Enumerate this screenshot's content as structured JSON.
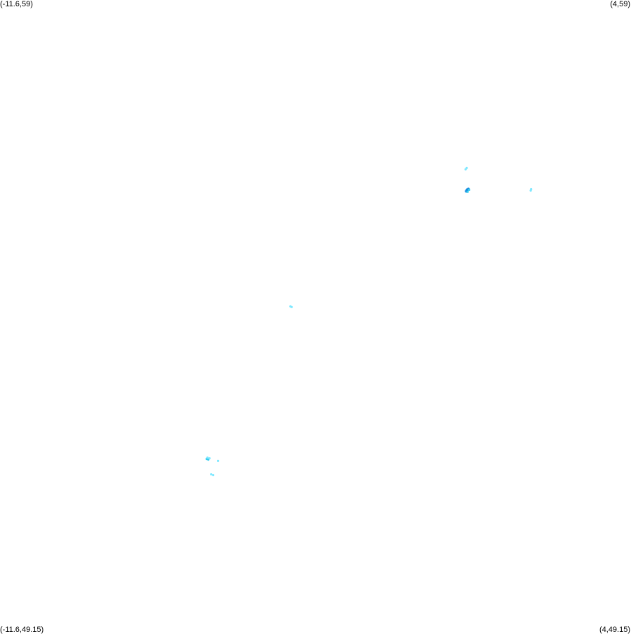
{
  "corners": {
    "top_left": "(-11.6,59)",
    "top_right": "(4,59)",
    "bottom_left": "(-11.6,49.15)",
    "bottom_right": "(4,49.15)"
  },
  "bounds": {
    "lon_min": -11.6,
    "lon_max": 4,
    "lat_min": 49.15,
    "lat_max": 59
  },
  "colors": {
    "background": "#ffffff",
    "point_light": "#7fe8ff",
    "point_mid": "#33ccee",
    "point_dark": "#1a8fe0"
  },
  "chart_data": {
    "type": "scatter",
    "points": [
      {
        "lon": -0.09,
        "lat": 56.37,
        "intensity": "light"
      },
      {
        "lon": -0.06,
        "lat": 56.39,
        "intensity": "light"
      },
      {
        "lon": -0.05,
        "lat": 56.05,
        "intensity": "dark"
      },
      {
        "lon": -0.02,
        "lat": 56.06,
        "intensity": "dark"
      },
      {
        "lon": -0.07,
        "lat": 56.03,
        "intensity": "dark"
      },
      {
        "lon": 0.0,
        "lat": 56.05,
        "intensity": "mid"
      },
      {
        "lon": -0.04,
        "lat": 56.02,
        "intensity": "mid"
      },
      {
        "lon": 1.52,
        "lat": 56.04,
        "intensity": "light"
      },
      {
        "lon": 1.53,
        "lat": 56.06,
        "intensity": "light"
      },
      {
        "lon": -4.42,
        "lat": 54.24,
        "intensity": "light"
      },
      {
        "lon": -4.39,
        "lat": 54.23,
        "intensity": "light"
      },
      {
        "lon": -6.49,
        "lat": 51.87,
        "intensity": "mid"
      },
      {
        "lon": -6.45,
        "lat": 51.86,
        "intensity": "mid"
      },
      {
        "lon": -6.47,
        "lat": 51.89,
        "intensity": "light"
      },
      {
        "lon": -6.42,
        "lat": 51.88,
        "intensity": "light"
      },
      {
        "lon": -6.21,
        "lat": 51.84,
        "intensity": "light"
      },
      {
        "lon": -6.38,
        "lat": 51.63,
        "intensity": "light"
      },
      {
        "lon": -6.33,
        "lat": 51.62,
        "intensity": "light"
      }
    ]
  }
}
